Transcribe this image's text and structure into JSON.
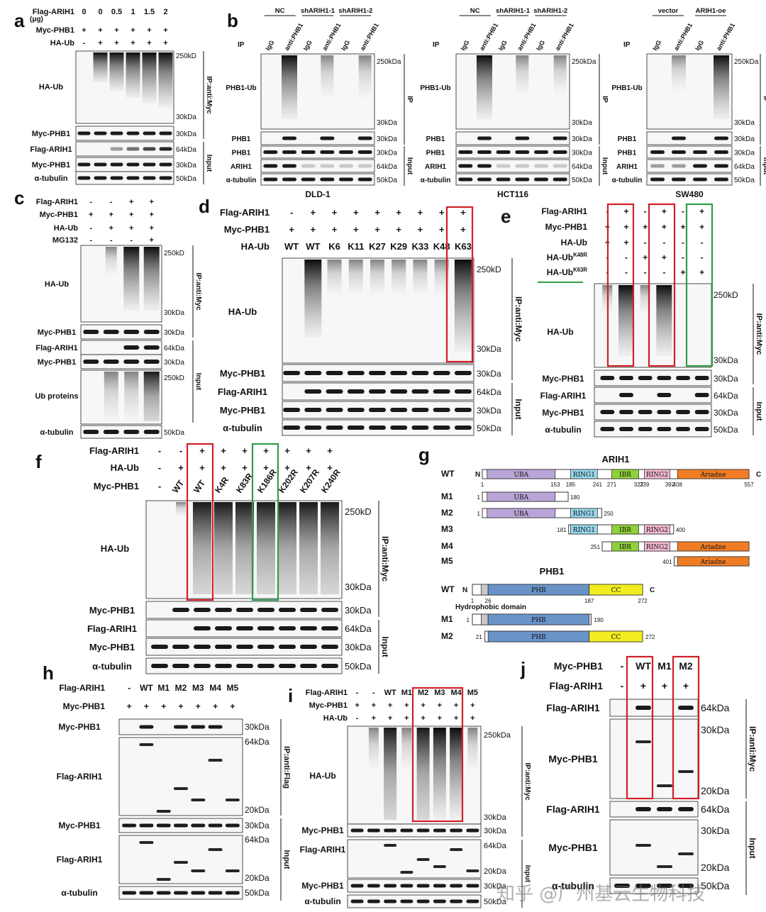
{
  "panels": {
    "a": {
      "letter": "a",
      "header_rows": [
        {
          "label": "Flag-ARIH1",
          "sublabel": "(μg)",
          "values": [
            "0",
            "0",
            "0.5",
            "1",
            "1.5",
            "2"
          ]
        },
        {
          "label": "Myc-PHB1",
          "values": [
            "+",
            "+",
            "+",
            "+",
            "+",
            "+"
          ]
        },
        {
          "label": "HA-Ub",
          "values": [
            "-",
            "+",
            "+",
            "+",
            "+",
            "+"
          ]
        }
      ],
      "rows": [
        {
          "label": "HA-Ub",
          "markers": [
            "250kD",
            "30kDa"
          ]
        },
        {
          "label": "Myc-PHB1",
          "markers": [
            "30kDa"
          ]
        },
        {
          "label": "Flag-ARIH1",
          "markers": [
            "64kDa"
          ]
        },
        {
          "label": "Myc-PHB1",
          "markers": [
            "30kDa"
          ]
        },
        {
          "label": "α-tubulin",
          "markers": [
            "50kDa"
          ]
        }
      ],
      "groups": [
        "IP:anti:Myc",
        "Input"
      ]
    },
    "b": {
      "letter": "b",
      "ip_label": "IP",
      "cell_lines": [
        "DLD-1",
        "HCT116",
        "SW480"
      ],
      "group_headers": [
        [
          "NC",
          "shARIH1-1",
          "shARIH1-2"
        ],
        [
          "NC",
          "shARIH1-1",
          "shARIH1-2"
        ],
        [
          "vector",
          "ARIH1-oe"
        ]
      ],
      "lane_labels": [
        [
          "IgG",
          "anti:PHB1",
          "IgG",
          "anti:PHB1",
          "IgG",
          "anti:PHB1"
        ],
        [
          "IgG",
          "anti:PHB1",
          "IgG",
          "anti:PHB1",
          "IgG",
          "anti:PHB1"
        ],
        [
          "IgG",
          "anti:PHB1",
          "IgG",
          "anti:PHB1"
        ]
      ],
      "rows": [
        {
          "label": "PHB1-Ub",
          "markers": [
            "250kDa",
            "30kDa"
          ]
        },
        {
          "label": "PHB1",
          "markers": [
            "30kDa"
          ]
        },
        {
          "label": "PHB1",
          "markers": [
            "30kDa"
          ]
        },
        {
          "label": "ARIH1",
          "markers": [
            "64kDa"
          ]
        },
        {
          "label": "α-tubulin",
          "markers": [
            "50kDa"
          ]
        }
      ],
      "groups": [
        "IP",
        "Input"
      ]
    },
    "c": {
      "letter": "c",
      "header_rows": [
        {
          "label": "Flag-ARIH1",
          "values": [
            "-",
            "-",
            "+",
            "+"
          ]
        },
        {
          "label": "Myc-PHB1",
          "values": [
            "+",
            "+",
            "+",
            "+"
          ]
        },
        {
          "label": "HA-Ub",
          "values": [
            "-",
            "+",
            "+",
            "+"
          ]
        },
        {
          "label": "MG132",
          "values": [
            "-",
            "-",
            "-",
            "+"
          ]
        }
      ],
      "rows": [
        {
          "label": "HA-Ub",
          "markers": [
            "250kD",
            "30kDa"
          ]
        },
        {
          "label": "Myc-PHB1",
          "markers": [
            "30kDa"
          ]
        },
        {
          "label": "Flag-ARIH1",
          "markers": [
            "64kDa"
          ]
        },
        {
          "label": "Myc-PHB1",
          "markers": [
            "30kDa"
          ]
        },
        {
          "label": "Ub proteins",
          "markers": [
            "250kD"
          ]
        },
        {
          "label": "α-tubulin",
          "markers": [
            "50kDa"
          ]
        }
      ],
      "groups": [
        "IP:anti:Myc",
        "Input"
      ]
    },
    "d": {
      "letter": "d",
      "header_rows": [
        {
          "label": "Flag-ARIH1",
          "values": [
            "-",
            "+",
            "+",
            "+",
            "+",
            "+",
            "+",
            "+",
            "+"
          ]
        },
        {
          "label": "Myc-PHB1",
          "values": [
            "+",
            "+",
            "+",
            "+",
            "+",
            "+",
            "+",
            "+",
            "+"
          ]
        },
        {
          "label": "HA-Ub",
          "values": [
            "WT",
            "WT",
            "K6",
            "K11",
            "K27",
            "K29",
            "K33",
            "K48",
            "K63"
          ]
        }
      ],
      "rows": [
        {
          "label": "HA-Ub",
          "markers": [
            "250kD",
            "30kDa"
          ]
        },
        {
          "label": "Myc-PHB1",
          "markers": [
            "30kDa"
          ]
        },
        {
          "label": "Flag-ARIH1",
          "markers": [
            "64kDa"
          ]
        },
        {
          "label": "Myc-PHB1",
          "markers": [
            "30kDa"
          ]
        },
        {
          "label": "α-tubulin",
          "markers": [
            "50kDa"
          ]
        }
      ],
      "groups": [
        "IP:anti:Myc",
        "Input"
      ]
    },
    "e": {
      "letter": "e",
      "header_rows": [
        {
          "label": "Flag-ARIH1",
          "values": [
            "-",
            "+",
            "-",
            "+",
            "-",
            "+"
          ]
        },
        {
          "label": "Myc-PHB1",
          "values": [
            "+",
            "+",
            "+",
            "+",
            "+",
            "+"
          ]
        },
        {
          "label": "HA-Ub",
          "values": [
            "+",
            "+",
            "-",
            "-",
            "-",
            "-"
          ]
        },
        {
          "label": "HA-Ub",
          "sup": "K48R",
          "values": [
            "-",
            "-",
            "+",
            "+",
            "-",
            "-"
          ]
        },
        {
          "label": "HA-Ub",
          "sup": "K63R",
          "values": [
            "-",
            "-",
            "-",
            "-",
            "+",
            "+"
          ]
        }
      ],
      "rows": [
        {
          "label": "HA-Ub",
          "markers": [
            "250kD",
            "30kDa"
          ]
        },
        {
          "label": "Myc-PHB1",
          "markers": [
            "30kDa"
          ]
        },
        {
          "label": "Flag-ARIH1",
          "markers": [
            "64kDa"
          ]
        },
        {
          "label": "Myc-PHB1",
          "markers": [
            "30kDa"
          ]
        },
        {
          "label": "α-tubulin",
          "markers": [
            "50kDa"
          ]
        }
      ],
      "groups": [
        "IP:anti:Myc",
        "Input"
      ]
    },
    "f": {
      "letter": "f",
      "header_rows": [
        {
          "label": "Flag-ARIH1",
          "values": [
            "-",
            "-",
            "+",
            "+",
            "+",
            "+",
            "+",
            "+",
            "+"
          ]
        },
        {
          "label": "HA-Ub",
          "values": [
            "-",
            "+",
            "+",
            "+",
            "+",
            "+",
            "+",
            "+",
            "+"
          ]
        },
        {
          "label": "Myc-PHB1",
          "values": [
            "-",
            "WT",
            "WT",
            "K4R",
            "K83R",
            "K186R",
            "K202R",
            "K207R",
            "K240R"
          ]
        }
      ],
      "rows": [
        {
          "label": "HA-Ub",
          "markers": [
            "250kD",
            "30kDa"
          ]
        },
        {
          "label": "Myc-PHB1",
          "markers": [
            "30kDa"
          ]
        },
        {
          "label": "Flag-ARIH1",
          "markers": [
            "64kDa"
          ]
        },
        {
          "label": "Myc-PHB1",
          "markers": [
            "30kDa"
          ]
        },
        {
          "label": "α-tubulin",
          "markers": [
            "50kDa"
          ]
        }
      ],
      "groups": [
        "IP:anti:Myc",
        "Input"
      ]
    },
    "g": {
      "letter": "g",
      "arih1": {
        "title": "ARIH1",
        "n_label": "N",
        "c_label": "C",
        "total": 557,
        "domains": [
          {
            "name": "UBA",
            "start": 1,
            "end": 153,
            "color": "#b9a5d8"
          },
          {
            "name": "RING1",
            "start": 185,
            "end": 241,
            "color": "#98d6ee"
          },
          {
            "name": "IBR",
            "start": 271,
            "end": 327,
            "color": "#8fd13a"
          },
          {
            "name": "RING2",
            "start": 339,
            "end": 392,
            "color": "#f3b7d2"
          },
          {
            "name": "Ariadne",
            "start": 408,
            "end": 557,
            "color": "#f07d25"
          }
        ],
        "ticks": [
          "1",
          "153",
          "185",
          "241",
          "271",
          "327",
          "339",
          "392",
          "408",
          "557"
        ],
        "constructs": [
          {
            "name": "WT",
            "start": 1,
            "end": 557,
            "left_label": "",
            "right_label": ""
          },
          {
            "name": "M1",
            "start": 1,
            "end": 180,
            "left_label": "1",
            "right_label": "180"
          },
          {
            "name": "M2",
            "start": 1,
            "end": 250,
            "left_label": "1",
            "right_label": "250"
          },
          {
            "name": "M3",
            "start": 181,
            "end": 400,
            "left_label": "181",
            "right_label": "400"
          },
          {
            "name": "M4",
            "start": 251,
            "end": 557,
            "left_label": "251",
            "right_label": ""
          },
          {
            "name": "M5",
            "start": 401,
            "end": 557,
            "left_label": "401",
            "right_label": ""
          }
        ]
      },
      "phb1": {
        "title": "PHB1",
        "n_label": "N",
        "c_label": "C",
        "total": 272,
        "domains": [
          {
            "name": "Hydrophobic domain",
            "start": 1,
            "end": 26,
            "color": "#c8c8c8"
          },
          {
            "name": "PHB",
            "start": 26,
            "end": 187,
            "color": "#6a93c8"
          },
          {
            "name": "CC",
            "start": 187,
            "end": 272,
            "color": "#f2ec20"
          }
        ],
        "domain_label": "Hydrophobic domain",
        "ticks": [
          "1",
          "26",
          "187",
          "272"
        ],
        "constructs": [
          {
            "name": "WT",
            "start": 1,
            "end": 272,
            "left_label": "",
            "right_label": ""
          },
          {
            "name": "M1",
            "start": 1,
            "end": 190,
            "left_label": "1",
            "right_label": "190"
          },
          {
            "name": "M2",
            "start": 21,
            "end": 272,
            "left_label": "21",
            "right_label": "272"
          }
        ]
      }
    },
    "h": {
      "letter": "h",
      "header_rows": [
        {
          "label": "Flag-ARIH1",
          "values": [
            "-",
            "WT",
            "M1",
            "M2",
            "M3",
            "M4",
            "M5"
          ]
        },
        {
          "label": "Myc-PHB1",
          "values": [
            "+",
            "+",
            "+",
            "+",
            "+",
            "+",
            "+"
          ]
        }
      ],
      "rows": [
        {
          "label": "Myc-PHB1",
          "markers": [
            "30kDa"
          ]
        },
        {
          "label": "Flag-ARIH1",
          "markers": [
            "64kDa",
            "20kDa"
          ]
        },
        {
          "label": "Myc-PHB1",
          "markers": [
            "30kDa"
          ]
        },
        {
          "label": "Flag-ARIH1",
          "markers": [
            "64kDa",
            "20kDa"
          ]
        },
        {
          "label": "α-tubulin",
          "markers": [
            "50kDa"
          ]
        }
      ],
      "groups": [
        "IP:anti:Flag",
        "Input"
      ]
    },
    "i": {
      "letter": "i",
      "header_rows": [
        {
          "label": "Flag-ARIH1",
          "values": [
            "-",
            "-",
            "WT",
            "M1",
            "M2",
            "M3",
            "M4",
            "M5"
          ]
        },
        {
          "label": "Myc-PHB1",
          "values": [
            "+",
            "+",
            "+",
            "+",
            "+",
            "+",
            "+",
            "+"
          ]
        },
        {
          "label": "HA-Ub",
          "values": [
            "-",
            "+",
            "+",
            "+",
            "+",
            "+",
            "+",
            "+"
          ]
        }
      ],
      "rows": [
        {
          "label": "HA-Ub",
          "markers": [
            "250kDa",
            "30kDa"
          ]
        },
        {
          "label": "Myc-PHB1",
          "markers": [
            "30kDa"
          ]
        },
        {
          "label": "Flag-ARIH1",
          "markers": [
            "64kDa",
            "20kDa"
          ]
        },
        {
          "label": "Myc-PHB1",
          "markers": [
            "30kDa"
          ]
        },
        {
          "label": "α-tubulin",
          "markers": [
            "50kDa"
          ]
        }
      ],
      "groups": [
        "IP:anti:Myc",
        "Input"
      ]
    },
    "j": {
      "letter": "j",
      "header_rows": [
        {
          "label": "Myc-PHB1",
          "values": [
            "-",
            "WT",
            "M1",
            "M2"
          ]
        },
        {
          "label": "Flag-ARIH1",
          "values": [
            "-",
            "+",
            "+",
            "+"
          ]
        }
      ],
      "rows": [
        {
          "label": "Flag-ARIH1",
          "markers": [
            "64kDa"
          ]
        },
        {
          "label": "Myc-PHB1",
          "markers": [
            "30kDa",
            "20kDa"
          ]
        },
        {
          "label": "Flag-ARIH1",
          "markers": [
            "64kDa"
          ]
        },
        {
          "label": "Myc-PHB1",
          "markers": [
            "30kDa",
            "20kDa"
          ]
        },
        {
          "label": "α-tubulin",
          "markers": [
            "50kDa"
          ]
        }
      ],
      "groups": [
        "IP:anti:Myc",
        "Input"
      ]
    }
  },
  "colors": {
    "highlight_red": "#d21f26",
    "highlight_green": "#2e9e48",
    "band": "#1a1a1a"
  },
  "watermark": "知乎 @广州基云生物科技"
}
